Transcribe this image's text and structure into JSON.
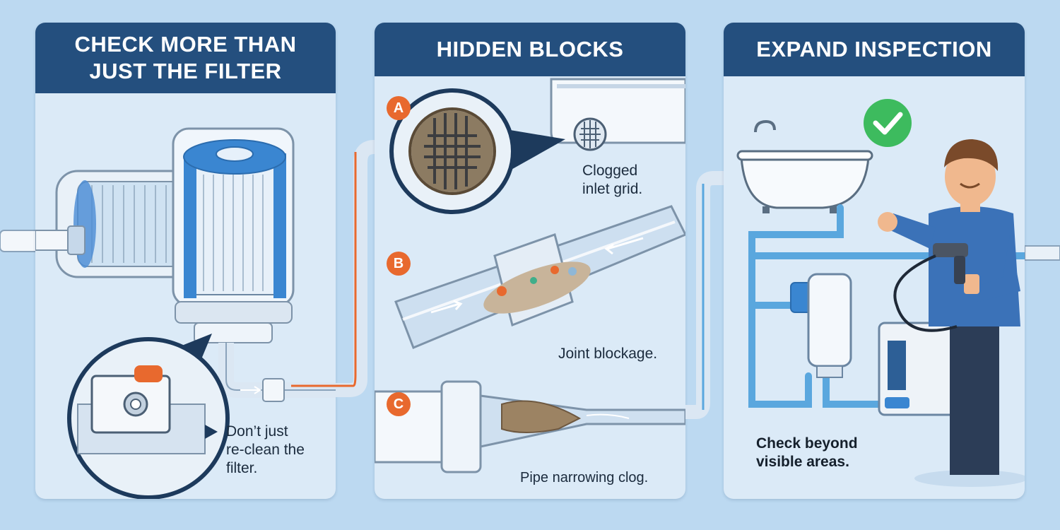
{
  "panels": [
    {
      "title_lines": [
        "CHECK MORE THAN",
        "JUST THE FILTER"
      ],
      "caption_lines": [
        "Don’t just",
        "re-clean the",
        "filter."
      ]
    },
    {
      "title": "HIDDEN BLOCKS",
      "items": [
        {
          "badge": "A",
          "caption_lines": [
            "Clogged",
            "inlet grid."
          ]
        },
        {
          "badge": "B",
          "caption": "Joint blockage."
        },
        {
          "badge": "C",
          "caption": "Pipe narrowing clog."
        }
      ]
    },
    {
      "title": "EXPAND INSPECTION",
      "caption_lines": [
        "Check beyond",
        "visible areas."
      ]
    }
  ],
  "colors": {
    "background": "#bcd9f1",
    "panel": "#dbeaf7",
    "header": "#244f7e",
    "accent_orange": "#e8692e",
    "check_green": "#3dbb5e",
    "pipe_blue": "#5aa7de"
  },
  "icons": [
    "filter-cartridge-icon",
    "checkmark-icon",
    "arrow-right-icon",
    "technician-icon",
    "bathtub-icon",
    "inspection-camera-icon"
  ]
}
